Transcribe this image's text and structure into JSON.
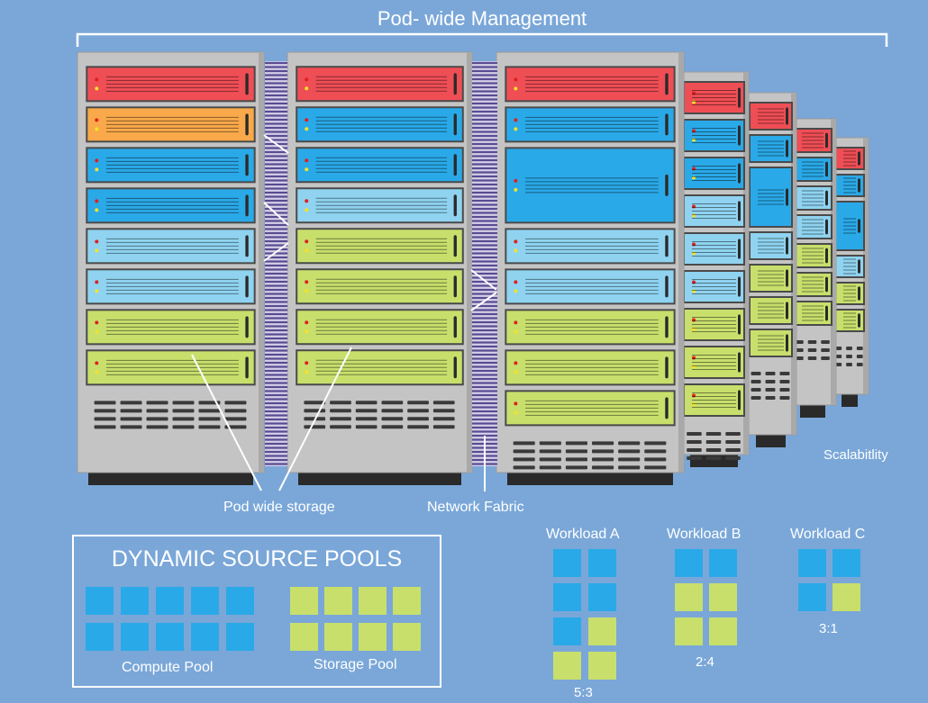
{
  "header": {
    "title": "Pod- wide Management"
  },
  "labels": {
    "pod_storage": "Pod wide storage",
    "network_fabric": "Network Fabric",
    "scalability": "Scalabitlity"
  },
  "pools": {
    "title": "DYNAMIC SOURCE POOLS",
    "compute_label": "Compute Pool",
    "storage_label": "Storage Pool"
  },
  "workloads": [
    {
      "name": "Workload A",
      "ratio": "5:3"
    },
    {
      "name": "Workload B",
      "ratio": "2:4"
    },
    {
      "name": "Workload C",
      "ratio": "3:1"
    }
  ],
  "colors": {
    "background": "#7aa7d8",
    "compute": "#2aa9e8",
    "storage": "#c8df6c",
    "server_red": "#ef4e55",
    "server_orange": "#f9a94a",
    "server_blue": "#2aa9e8",
    "server_lightblue": "#8fd3f0",
    "server_green": "#c8df6c",
    "rack_gray": "#c8c8c8",
    "fabric": "#5a4b92"
  }
}
